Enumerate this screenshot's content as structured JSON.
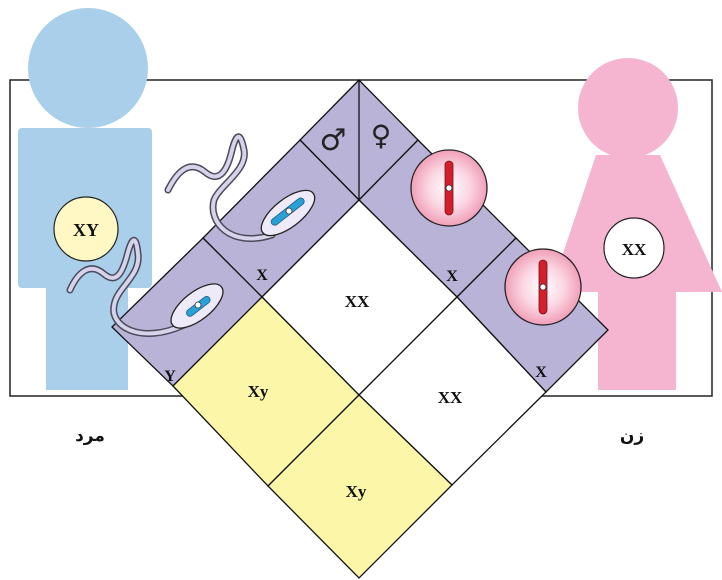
{
  "figures": {
    "male": {
      "label": "مرد",
      "genotype": "XY",
      "body_color": "#aacfea",
      "badge_color": "#fff8c4"
    },
    "female": {
      "label": "زن",
      "genotype": "XX",
      "body_color": "#f5b5d1",
      "badge_color": "#ffffff"
    }
  },
  "punnett": {
    "male_symbol": "♂",
    "female_symbol": "♀",
    "male_gametes": [
      "X",
      "Y"
    ],
    "female_gametes": [
      "X",
      "X"
    ],
    "cells": [
      {
        "text": "XX",
        "fill": "#ffffff"
      },
      {
        "text": "XX",
        "fill": "#ffffff"
      },
      {
        "text": "Xy",
        "fill": "#fcf7a8"
      },
      {
        "text": "Xy",
        "fill": "#fcf7a8"
      }
    ],
    "header_fill": "#b9b3d8",
    "sperm_chromosome_color": "#2aa0d8",
    "egg_chromosome_color": "#d21f2e",
    "egg_fill": "#f6b3c7"
  }
}
